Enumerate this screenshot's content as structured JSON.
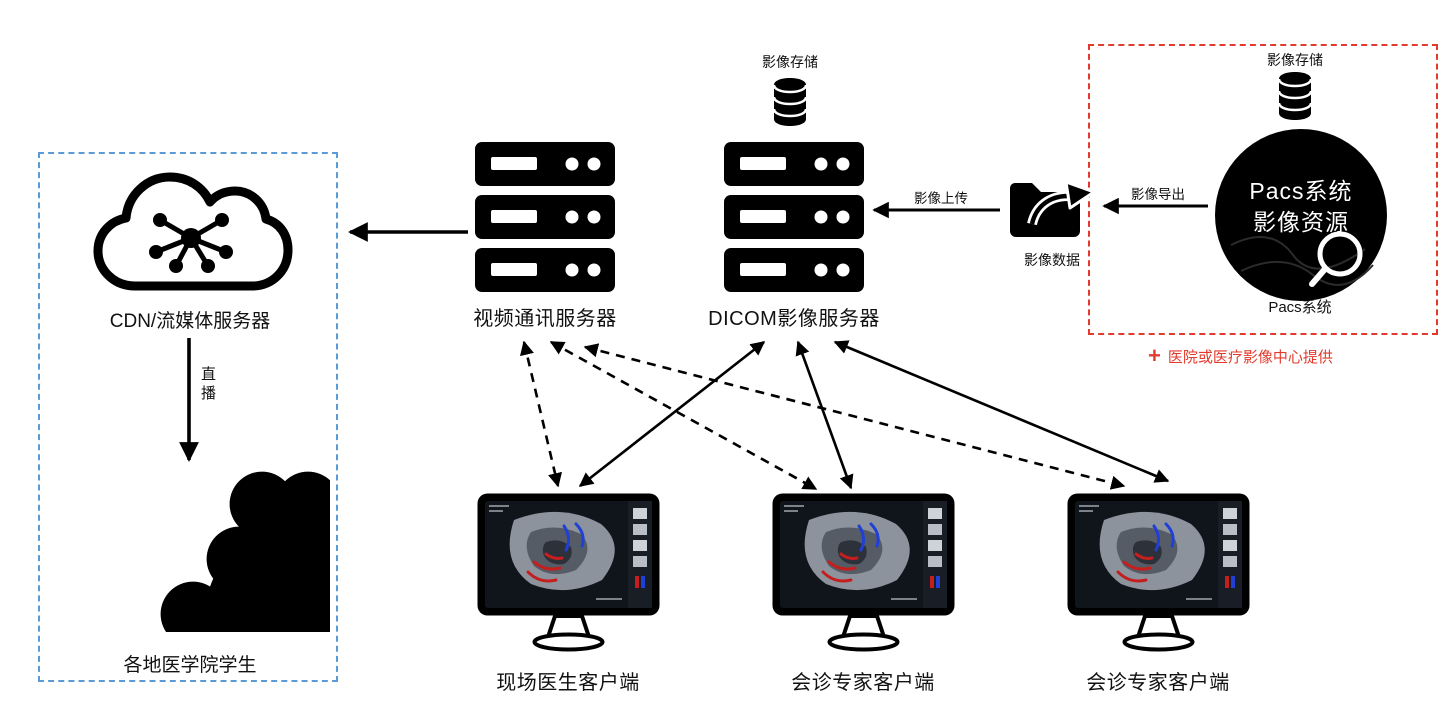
{
  "colors": {
    "red_accent": "#e23b2e",
    "blue_accent": "#5b9bd5",
    "ink": "#000000"
  },
  "pacs_group": {
    "storage_label": "影像存储",
    "circle_line1": "Pacs系统",
    "circle_line2": "影像资源",
    "caption": "Pacs系统",
    "note_plus": "+",
    "note_text": "医院或医疗影像中心提供"
  },
  "dicom": {
    "storage_label": "影像存储",
    "label": "DICOM影像服务器"
  },
  "video": {
    "label": "视频通讯服务器"
  },
  "cdn": {
    "label": "CDN/流媒体服务器"
  },
  "students": {
    "label": "各地医学院学生"
  },
  "folder": {
    "label": "影像数据"
  },
  "edges": {
    "export_label": "影像导出",
    "upload_label": "影像上传",
    "live_label": "直播"
  },
  "clients": [
    {
      "label": "现场医生客户端"
    },
    {
      "label": "会诊专家客户端"
    },
    {
      "label": "会诊专家客户端"
    }
  ]
}
